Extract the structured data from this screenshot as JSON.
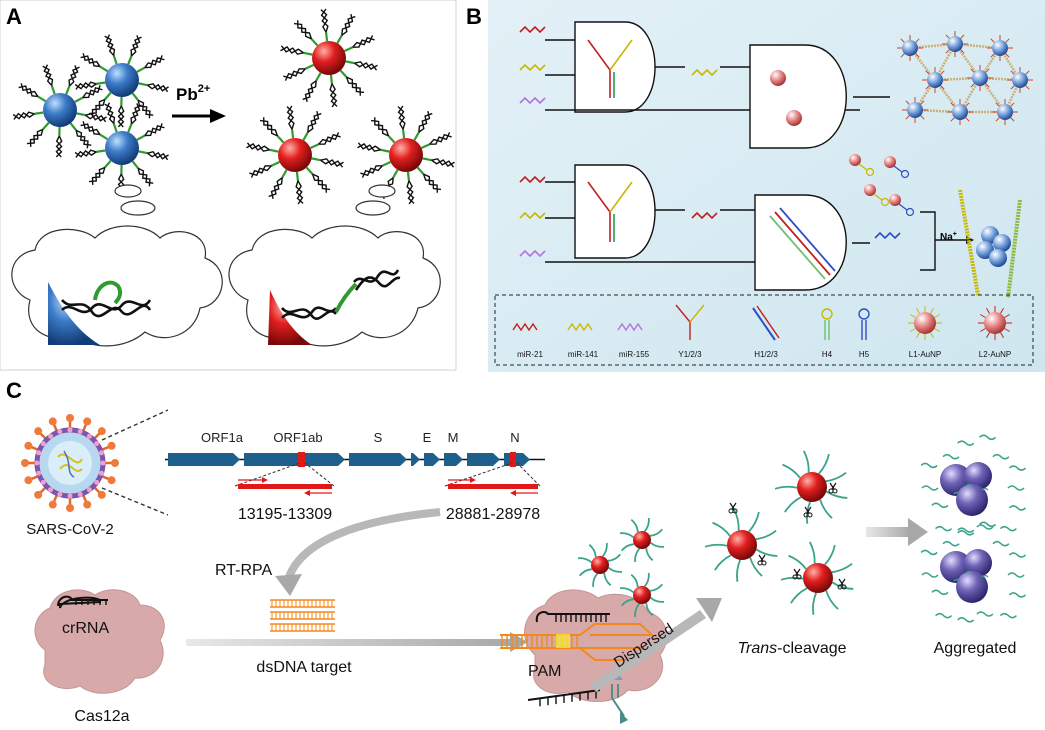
{
  "panel_labels": {
    "a": "A",
    "b": "B",
    "c": "C"
  },
  "panel_a": {
    "reagent": "Pb",
    "reagent_charge": "2+"
  },
  "panel_b": {
    "sodium": "Na",
    "sodium_charge": "+",
    "legend": [
      "miR-21",
      "miR-141",
      "miR-155",
      "Y1/2/3",
      "H1/2/3",
      "H4",
      "H5",
      "L1-AuNP",
      "L2-AuNP"
    ]
  },
  "panel_c": {
    "virus_label": "SARS-CoV-2",
    "genes": [
      "ORF1a",
      "ORF1ab",
      "S",
      "E",
      "M",
      "N"
    ],
    "region1": "13195-13309",
    "region2": "28881-28978",
    "rt_rpa": "RT-RPA",
    "crrna": "crRNA",
    "cas12a": "Cas12a",
    "dsdna": "dsDNA target",
    "pam": "PAM",
    "dispersed": "Dispersed",
    "trans_italic": "Trans",
    "trans_rest": "-cleavage",
    "aggregated": "Aggregated"
  },
  "colors": {
    "blue_np": "#3d7cc9",
    "red_np": "#e21f1f",
    "genome": "#1f5f8b",
    "dna_orange": "#f08a1c",
    "protein": "#d9a7a7",
    "strand_green": "#3aa38c",
    "purple_np": "#6f63b6"
  }
}
